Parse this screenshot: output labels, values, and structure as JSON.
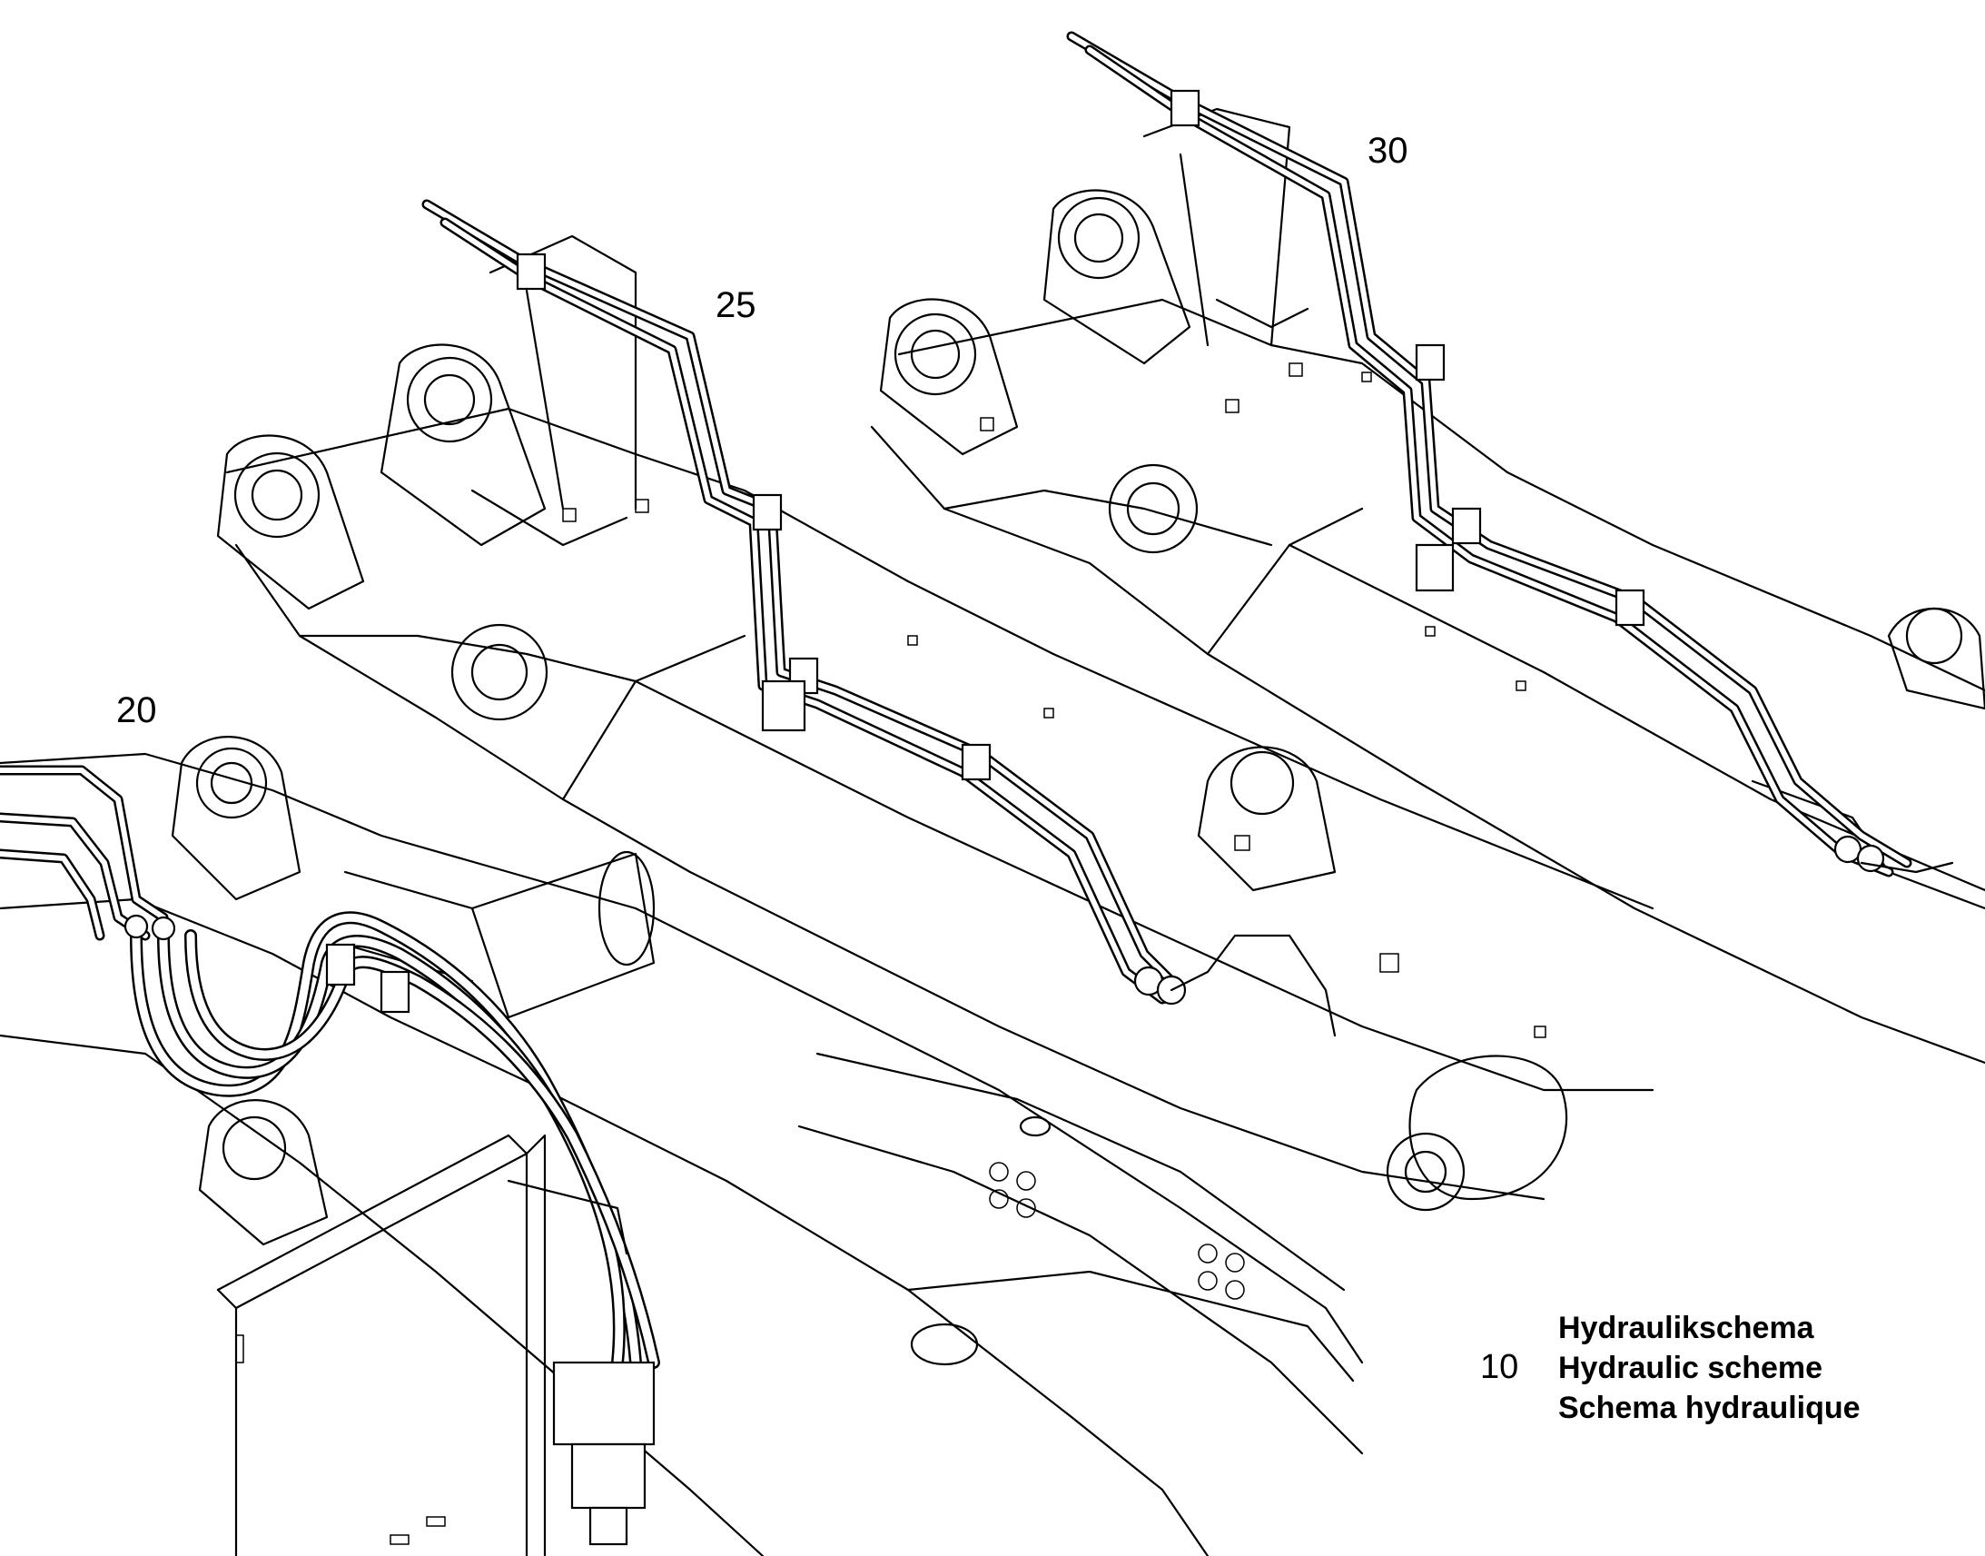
{
  "callouts": {
    "item_30": "30",
    "item_25": "25",
    "item_20": "20"
  },
  "legend": {
    "number": "10",
    "line_de": "Hydraulikschema",
    "line_en": "Hydraulic scheme",
    "line_fr": "Schema hydraulique"
  }
}
